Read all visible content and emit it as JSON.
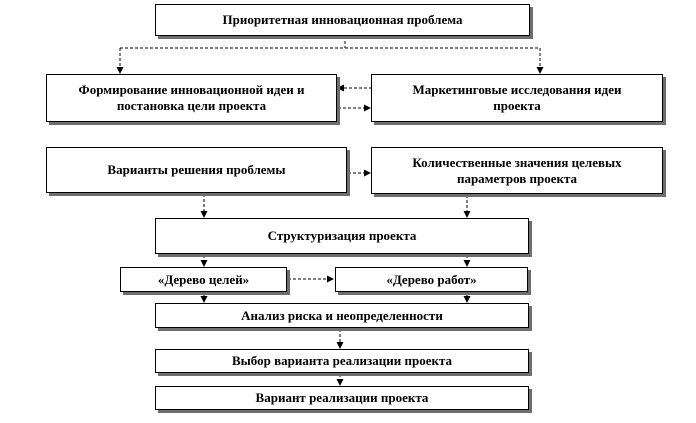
{
  "diagram": {
    "boxes": {
      "priority_problem": "Приоритетная инновационная проблема",
      "idea_formation": "Формирование инновационной идеи и постановка цели проекта",
      "marketing_research": "Маркетинговые исследования идеи проекта",
      "solution_variants": "Варианты решения проблемы",
      "target_parameters": "Количественные значения целевых параметров проекта",
      "structuring": "Структуризация проекта",
      "goal_tree": "«Дерево целей»",
      "work_tree": "«Дерево работ»",
      "risk_analysis": "Анализ риска и неопределенности",
      "variant_choice": "Выбор варианта реализации проекта",
      "implementation_variant": "Вариант реализации проекта"
    },
    "colors": {
      "line": "#000000",
      "shadow": "#6e6e6e",
      "background": "#ffffff"
    }
  }
}
